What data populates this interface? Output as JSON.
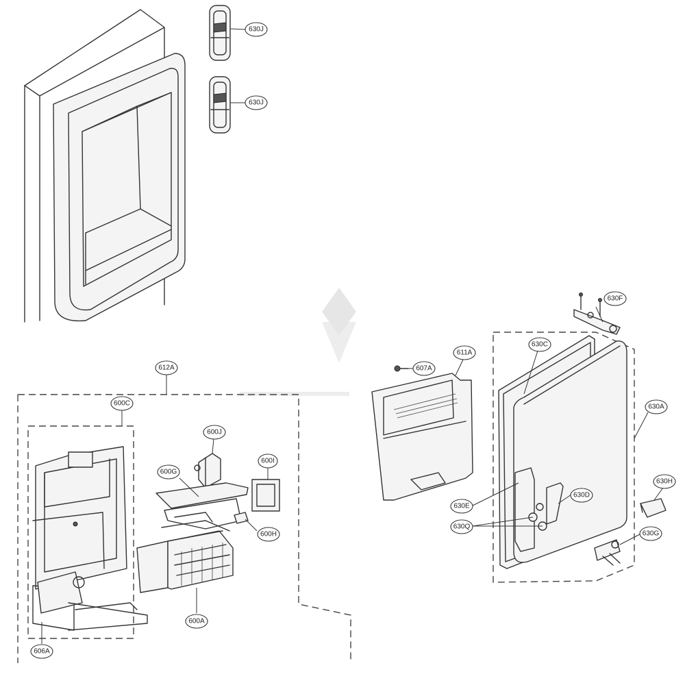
{
  "diagram": {
    "callouts": [
      {
        "id": "630J",
        "label": "630J"
      },
      {
        "id": "630J-2",
        "label": "630J"
      },
      {
        "id": "630F",
        "label": "630F"
      },
      {
        "id": "612A",
        "label": "612A"
      },
      {
        "id": "611A",
        "label": "611A"
      },
      {
        "id": "607A",
        "label": "607A"
      },
      {
        "id": "630C",
        "label": "630C"
      },
      {
        "id": "630A",
        "label": "630A"
      },
      {
        "id": "600C",
        "label": "600C"
      },
      {
        "id": "600J",
        "label": "600J"
      },
      {
        "id": "600I",
        "label": "600I"
      },
      {
        "id": "600G",
        "label": "600G"
      },
      {
        "id": "600H",
        "label": "600H"
      },
      {
        "id": "630H",
        "label": "630H"
      },
      {
        "id": "630D",
        "label": "630D"
      },
      {
        "id": "630E",
        "label": "630E"
      },
      {
        "id": "630Q",
        "label": "630Q"
      },
      {
        "id": "630G",
        "label": "630G"
      },
      {
        "id": "600A",
        "label": "600A"
      },
      {
        "id": "606A",
        "label": "606A"
      }
    ]
  }
}
